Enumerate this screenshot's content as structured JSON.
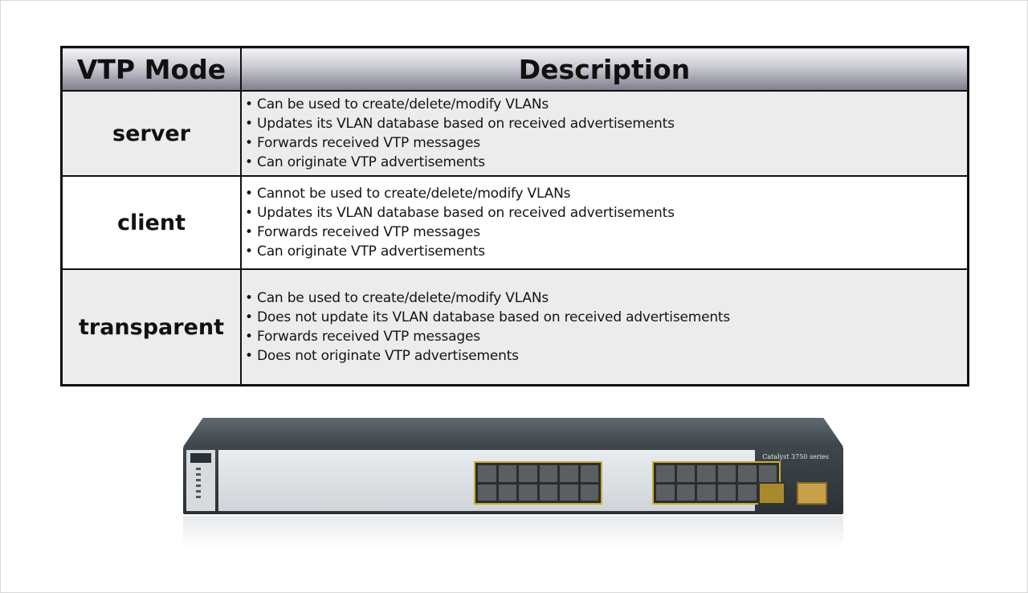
{
  "table": {
    "headers": {
      "mode": "VTP Mode",
      "description": "Description"
    },
    "rows": [
      {
        "mode": "server",
        "bullets": [
          "Can be used to create/delete/modify VLANs",
          "Updates its VLAN database based on received advertisements",
          "Forwards received VTP messages",
          "Can originate VTP advertisements"
        ]
      },
      {
        "mode": "client",
        "bullets": [
          "Cannot be used to create/delete/modify VLANs",
          "Updates its VLAN database based on received advertisements",
          "Forwards received VTP messages",
          "Can originate VTP advertisements"
        ]
      },
      {
        "mode": "transparent",
        "bullets": [
          "Can be used to create/delete/modify VLANs",
          "Does not update its VLAN database based on received advertisements",
          "Forwards received VTP messages",
          "Does not originate VTP advertisements"
        ]
      }
    ]
  },
  "switch": {
    "model_label": "Catalyst 3750 series",
    "icon": "network-switch-image"
  }
}
